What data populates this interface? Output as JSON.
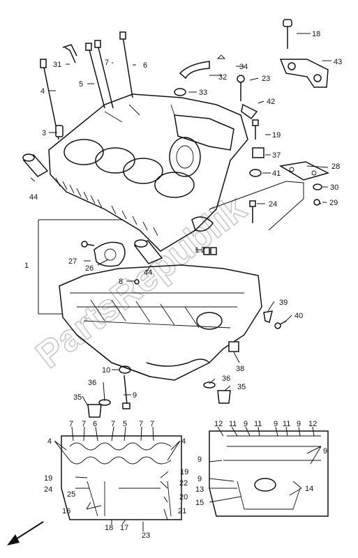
{
  "callouts": {
    "c1": "1",
    "c2": "2",
    "c3": "3",
    "c4": "4",
    "c5": "5",
    "c6": "6",
    "c7": "7",
    "c8": "8",
    "c9": "9",
    "c10": "10",
    "c18": "18",
    "c19": "19",
    "c23": "23",
    "c24": "24",
    "c26": "26",
    "c27": "27",
    "c28": "28",
    "c29": "29",
    "c30": "30",
    "c31": "31",
    "c32": "32",
    "c33": "33",
    "c34": "34",
    "c35": "35",
    "c36": "36",
    "c37": "37",
    "c38": "38",
    "c39": "39",
    "c40": "40",
    "c41": "41",
    "c42": "42",
    "c43": "43",
    "c44": "44",
    "c1_2": "1 2"
  },
  "gasket_left": {
    "top_row": [
      "7",
      "7",
      "6",
      "7",
      "5",
      "7",
      "7"
    ],
    "left4": "4",
    "right4": "4",
    "l19": "19",
    "r19": "19",
    "l24": "24",
    "l25": "25",
    "l16": "16",
    "r22": "22",
    "r20": "20",
    "r21": "21",
    "b18": "18",
    "b17": "17",
    "b23": "23"
  },
  "gasket_right": {
    "top_row": [
      "12",
      "11",
      "9",
      "11",
      "9",
      "11",
      "9",
      "12"
    ],
    "left9a": "9",
    "left9b": "9",
    "right9": "9",
    "l13": "13",
    "l15": "15",
    "r14": "14"
  },
  "watermark": "PartsRepublik"
}
